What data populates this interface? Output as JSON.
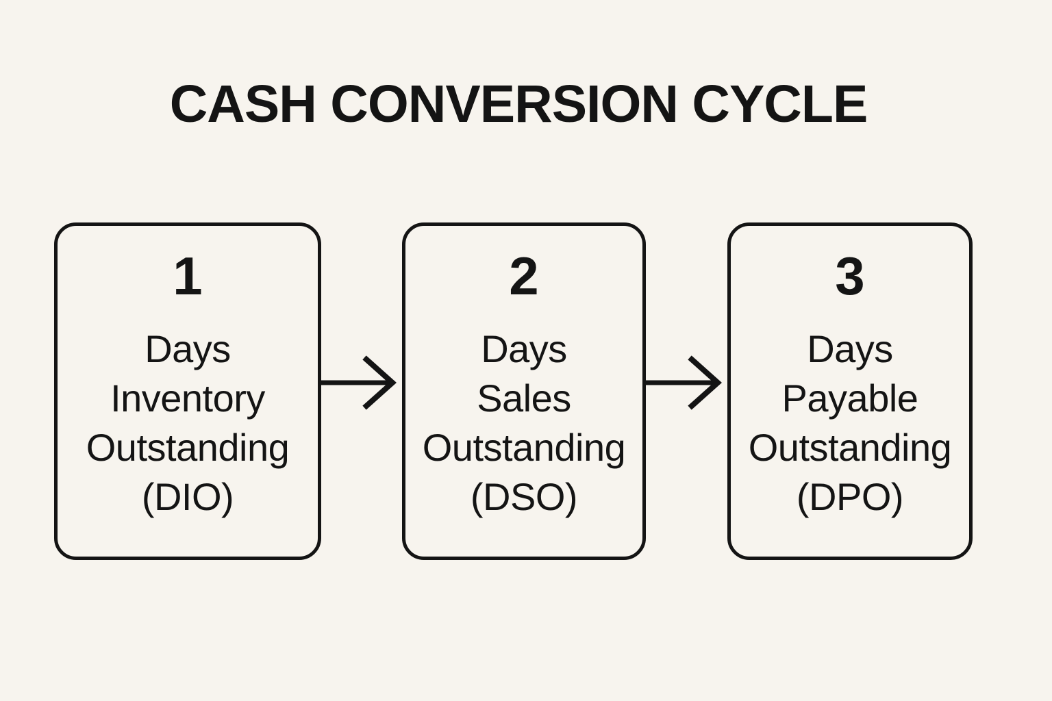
{
  "title": "CASH CONVERSION CYCLE",
  "colors": {
    "background": "#f7f4ee",
    "ink": "#141414"
  },
  "boxes": [
    {
      "id": "dio",
      "number": "1",
      "lines": [
        "Days",
        "Inventory",
        "Outstanding",
        "(DIO)"
      ]
    },
    {
      "id": "dso",
      "number": "2",
      "lines": [
        "Days",
        "Sales",
        "Outstanding",
        "(DSO)"
      ]
    },
    {
      "id": "dpo",
      "number": "3",
      "lines": [
        "Days",
        "Payable",
        "Outstanding",
        "(DPO)"
      ]
    }
  ]
}
